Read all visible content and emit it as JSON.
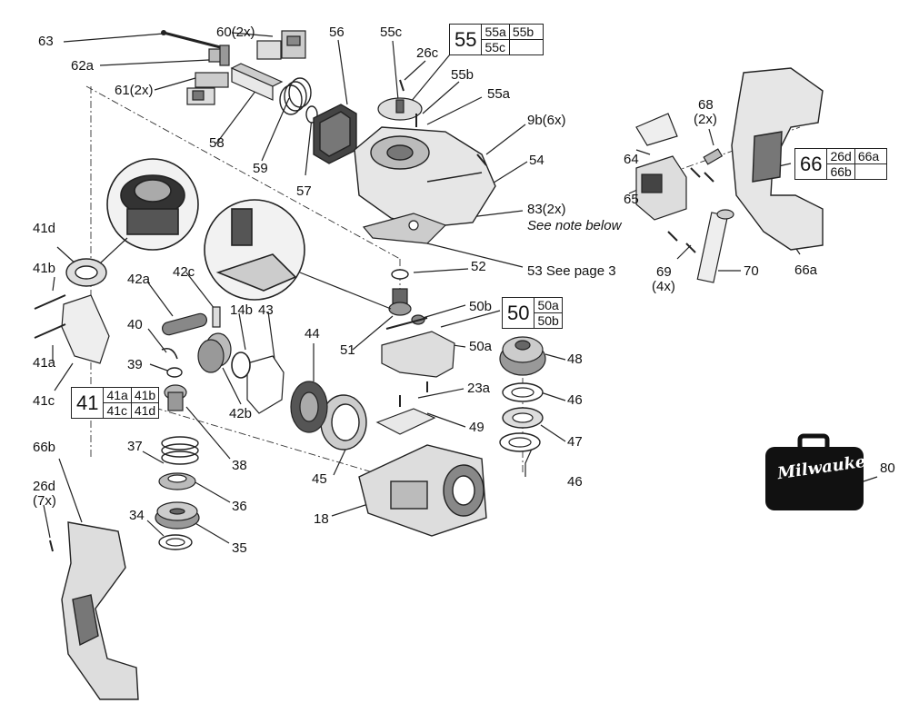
{
  "labels": [
    {
      "id": "63",
      "text": "63"
    },
    {
      "id": "62a",
      "text": "62a"
    },
    {
      "id": "61",
      "text": "61(2x)"
    },
    {
      "id": "60",
      "text": "60(2x)"
    },
    {
      "id": "58",
      "text": "58"
    },
    {
      "id": "59",
      "text": "59"
    },
    {
      "id": "56",
      "text": "56"
    },
    {
      "id": "57",
      "text": "57"
    },
    {
      "id": "55c",
      "text": "55c"
    },
    {
      "id": "26c",
      "text": "26c"
    },
    {
      "id": "55b",
      "text": "55b"
    },
    {
      "id": "55a",
      "text": "55a"
    },
    {
      "id": "9b",
      "text": "9b(6x)"
    },
    {
      "id": "54",
      "text": "54"
    },
    {
      "id": "83",
      "text": "83(2x)"
    },
    {
      "id": "53",
      "text": "53 See page 3"
    },
    {
      "id": "52",
      "text": "52"
    },
    {
      "id": "50b",
      "text": "50b"
    },
    {
      "id": "50a",
      "text": "50a"
    },
    {
      "id": "51",
      "text": "51"
    },
    {
      "id": "48",
      "text": "48"
    },
    {
      "id": "46a",
      "text": "46"
    },
    {
      "id": "23a",
      "text": "23a"
    },
    {
      "id": "49",
      "text": "49"
    },
    {
      "id": "47",
      "text": "47"
    },
    {
      "id": "46b",
      "text": "46"
    },
    {
      "id": "45",
      "text": "45"
    },
    {
      "id": "44",
      "text": "44"
    },
    {
      "id": "43",
      "text": "43"
    },
    {
      "id": "14b",
      "text": "14b"
    },
    {
      "id": "42c",
      "text": "42c"
    },
    {
      "id": "42a",
      "text": "42a"
    },
    {
      "id": "42b",
      "text": "42b"
    },
    {
      "id": "40",
      "text": "40"
    },
    {
      "id": "39",
      "text": "39"
    },
    {
      "id": "38",
      "text": "38"
    },
    {
      "id": "37",
      "text": "37"
    },
    {
      "id": "36",
      "text": "36"
    },
    {
      "id": "35",
      "text": "35"
    },
    {
      "id": "34",
      "text": "34"
    },
    {
      "id": "18",
      "text": "18"
    },
    {
      "id": "41d",
      "text": "41d"
    },
    {
      "id": "41b",
      "text": "41b"
    },
    {
      "id": "41a",
      "text": "41a"
    },
    {
      "id": "41c",
      "text": "41c"
    },
    {
      "id": "66b",
      "text": "66b"
    },
    {
      "id": "26d",
      "text": "26d"
    },
    {
      "id": "26dq",
      "text": "(7x)"
    },
    {
      "id": "64",
      "text": "64"
    },
    {
      "id": "65",
      "text": "65"
    },
    {
      "id": "68",
      "text": "68"
    },
    {
      "id": "68q",
      "text": "(2x)"
    },
    {
      "id": "69",
      "text": "69"
    },
    {
      "id": "69q",
      "text": "(4x)"
    },
    {
      "id": "70",
      "text": "70"
    },
    {
      "id": "66a",
      "text": "66a"
    },
    {
      "id": "80",
      "text": "80"
    }
  ],
  "notes": {
    "see_note_below": "See note below"
  },
  "group_tables": {
    "t55": {
      "main": "55",
      "cells": [
        "55a",
        "55b",
        "55c",
        ""
      ]
    },
    "t50": {
      "main": "50",
      "cells": [
        "50a",
        "50b"
      ]
    },
    "t41": {
      "main": "41",
      "cells": [
        "41a",
        "41b",
        "41c",
        "41d"
      ]
    },
    "t66": {
      "main": "66",
      "cells": [
        "26d",
        "66a",
        "66b",
        ""
      ]
    }
  },
  "logo": {
    "text": "Milwaukee"
  }
}
